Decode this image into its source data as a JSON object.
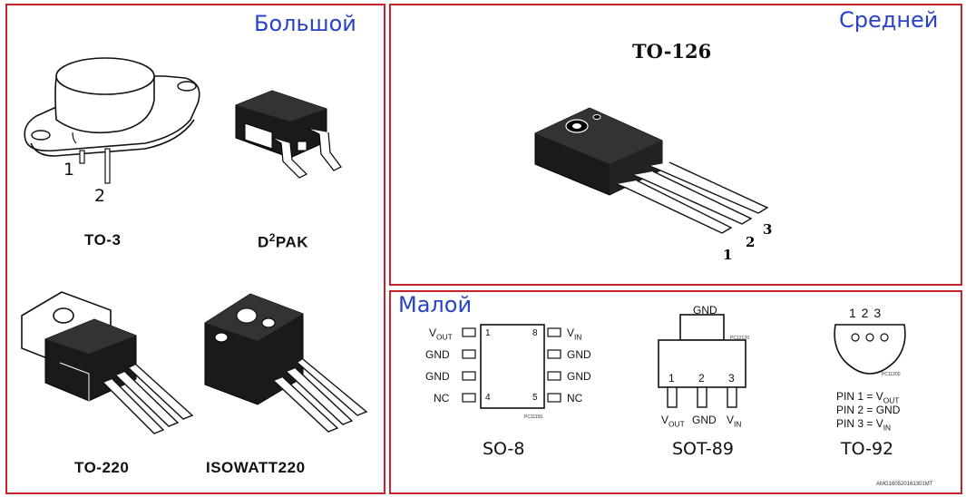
{
  "panels": {
    "large": {
      "title": "Большой"
    },
    "medium": {
      "title": "Средней"
    },
    "small": {
      "title": "Малой"
    }
  },
  "packages": {
    "to3": {
      "label": "TO-3",
      "pin1": "1",
      "pin2": "2"
    },
    "d2pak": {
      "label_prefix": "D",
      "label_sup": "2",
      "label_suffix": "PAK"
    },
    "to220": {
      "label": "TO-220"
    },
    "isowatt220": {
      "label": "ISOWATT220"
    },
    "to126": {
      "label": "TO-126",
      "pin1": "1",
      "pin2": "2",
      "pin3": "3"
    },
    "so8": {
      "label": "SO-8",
      "left_pins": [
        "V",
        "GND",
        "GND",
        "NC"
      ],
      "vout_sub": "OUT",
      "right_pins": [
        "V",
        "GND",
        "GND",
        "NC"
      ],
      "vin_sub": "IN",
      "num_1": "1",
      "num_8": "8",
      "num_4": "4",
      "num_5": "5",
      "code": "PC11150"
    },
    "sot89": {
      "label": "SOT-89",
      "tab": "GND",
      "nums": [
        "1",
        "2",
        "3"
      ],
      "v": "V",
      "out": "OUT",
      "gnd": "GND",
      "in": "IN",
      "code": "PC12120"
    },
    "to92": {
      "label": "TO-92",
      "nums": "1 2 3",
      "pin1_prefix": "PIN 1 = V",
      "pin1_sub": "OUT",
      "pin2": "PIN 2 = GND",
      "pin3_prefix": "PIN 3 = V",
      "pin3_sub": "IN",
      "code": "PC11200"
    }
  },
  "footer_code": "AMG160520161301MT"
}
